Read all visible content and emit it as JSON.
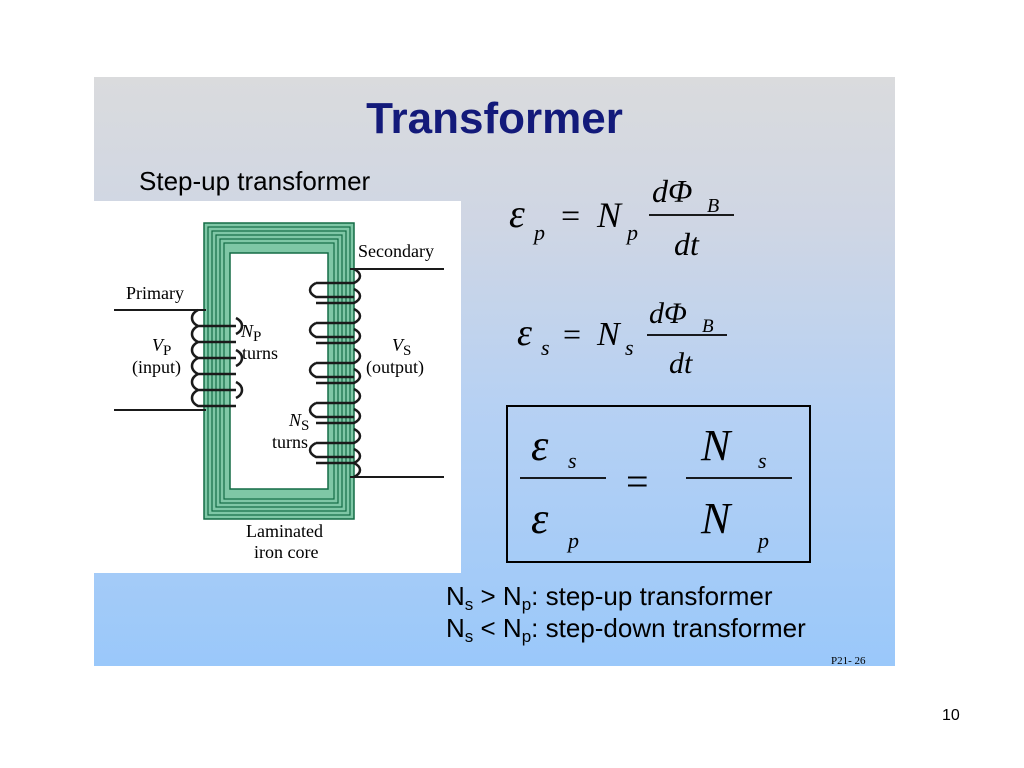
{
  "slide": {
    "title": "Transformer",
    "subtitle": "Step-up transformer",
    "reference": "P21- 26"
  },
  "diagram": {
    "label_primary": "Primary",
    "label_secondary": "Secondary",
    "label_vp_var": "V",
    "label_vp_sub": "P",
    "label_input": "(input)",
    "label_np_var": "N",
    "label_np_sub": "P",
    "label_np_turns": "turns",
    "label_vs_var": "V",
    "label_vs_sub": "S",
    "label_output": "(output)",
    "label_ns_var": "N",
    "label_ns_sub": "S",
    "label_ns_turns": "turns",
    "label_core_line1": "Laminated",
    "label_core_line2": "iron core",
    "colors": {
      "core": "#7fc7a6",
      "core_line": "#136b45",
      "coil": "#1a1a1a"
    }
  },
  "equations": {
    "eq1": {
      "lhs_symbol": "ε",
      "lhs_sub": "p",
      "equals": "=",
      "N": "N",
      "N_sub": "p",
      "num": "dΦ",
      "num_sub": "B",
      "den": "dt"
    },
    "eq2": {
      "lhs_symbol": "ε",
      "lhs_sub": "s",
      "equals": "=",
      "N": "N",
      "N_sub": "s",
      "num": "dΦ",
      "num_sub": "B",
      "den": "dt"
    },
    "eq3": {
      "left_num": "ε",
      "left_num_sub": "s",
      "left_den": "ε",
      "left_den_sub": "p",
      "equals": "=",
      "right_num": "N",
      "right_num_sub": "s",
      "right_den": "N",
      "right_den_sub": "p"
    }
  },
  "notes": [
    {
      "a": "N",
      "a_sub": "s",
      "op": " > ",
      "b": "N",
      "b_sub": "p",
      "text": ": step-up transformer"
    },
    {
      "a": "N",
      "a_sub": "s",
      "op": " < ",
      "b": "N",
      "b_sub": "p",
      "text": ": step-down transformer"
    }
  ],
  "page_number": "10"
}
